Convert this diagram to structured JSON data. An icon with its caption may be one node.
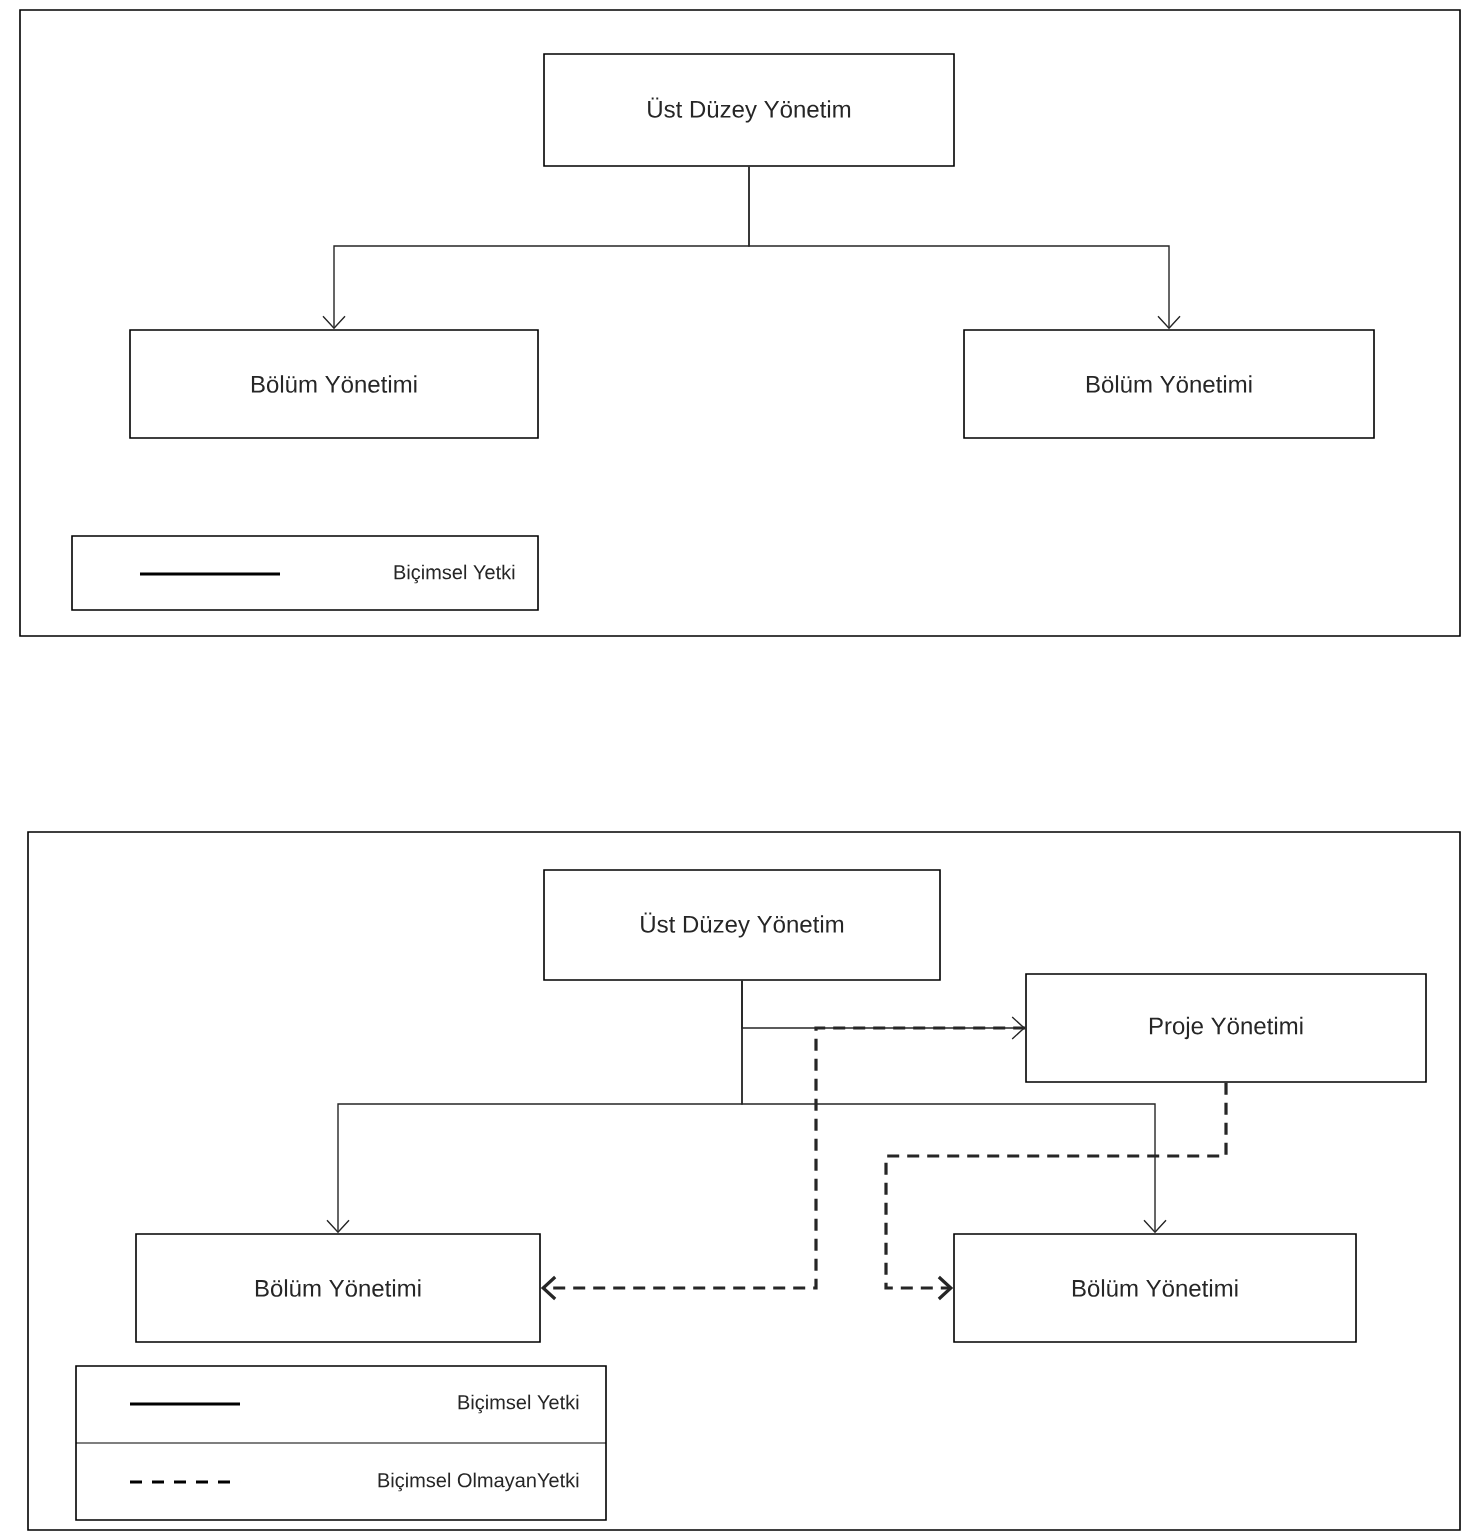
{
  "diagram": {
    "nodes": [
      {
        "text": [
          "Üst Düzey Yönetim"
        ]
      },
      {
        "text": [
          "Bölüm Yönetimi"
        ]
      },
      {
        "text": [
          "Bölüm Yönetimi"
        ]
      },
      {
        "text": [
          "Üst Düzey Yönetim"
        ]
      },
      {
        "text": [
          "Proje Yönetimi"
        ]
      },
      {
        "text": [
          "Bölüm Yönetimi"
        ]
      },
      {
        "text": [
          "Bölüm Yönetimi"
        ]
      }
    ],
    "edges": [
      {
        "from": 0,
        "to": 1,
        "arrow": "to"
      },
      {
        "from": 0,
        "to": 2,
        "arrow": "to"
      },
      {
        "from": 3,
        "to": 4,
        "arrow": "to"
      },
      {
        "from": 3,
        "to": 5,
        "arrow": "to"
      },
      {
        "from": 3,
        "to": 6,
        "arrow": "to"
      },
      {
        "from": 4,
        "to": 5,
        "arrow": "to",
        "style": "dashed"
      },
      {
        "from": 4,
        "to": 6,
        "arrow": "to",
        "style": "dashed"
      }
    ],
    "legend": [
      {
        "text": "Biçimsel Yetki"
      },
      {
        "text": "Biçimsel Yetki"
      },
      {
        "text": "Biçimsel OlmayanYetki"
      }
    ]
  }
}
